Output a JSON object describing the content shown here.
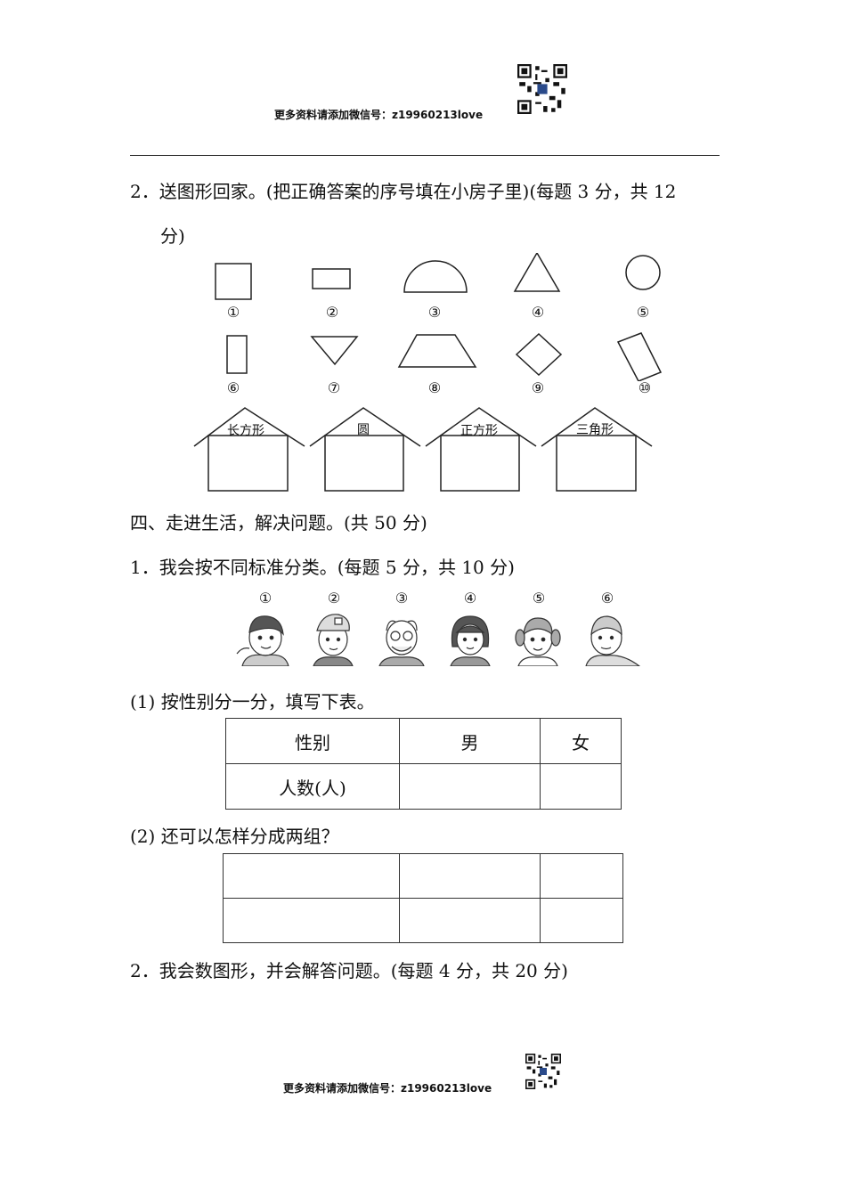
{
  "header": {
    "text": "更多资料请添加微信号：z19960213love",
    "qr_icon": "qr-code-icon"
  },
  "footer": {
    "text": "更多资料请添加微信号：z19960213love",
    "qr_icon": "qr-code-icon"
  },
  "q2": {
    "line1": "2．送图形回家。(把正确答案的序号填在小房子里)(每题 3 分，共 12",
    "line2": "分)",
    "shapes_row1": [
      "①",
      "②",
      "③",
      "④",
      "⑤"
    ],
    "shapes_row2": [
      "⑥",
      "⑦",
      "⑧",
      "⑨",
      "⑩"
    ],
    "houses": [
      "长方形",
      "圆",
      "正方形",
      "三角形"
    ]
  },
  "section4": {
    "title": "四、走进生活，解决问题。(共 50 分)"
  },
  "q4_1": {
    "title": "1．我会按不同标准分类。(每题 5 分，共 10 分)",
    "kids": [
      "①",
      "②",
      "③",
      "④",
      "⑤",
      "⑥"
    ],
    "sub1": "(1) 按性别分一分，填写下表。",
    "table1": {
      "row1": [
        "性别",
        "男",
        "女"
      ],
      "row2": [
        "人数(人)",
        "",
        ""
      ]
    },
    "sub2": "(2) 还可以怎样分成两组？"
  },
  "q4_2": {
    "title": "2．我会数图形，并会解答问题。(每题 4 分，共 20 分)"
  }
}
